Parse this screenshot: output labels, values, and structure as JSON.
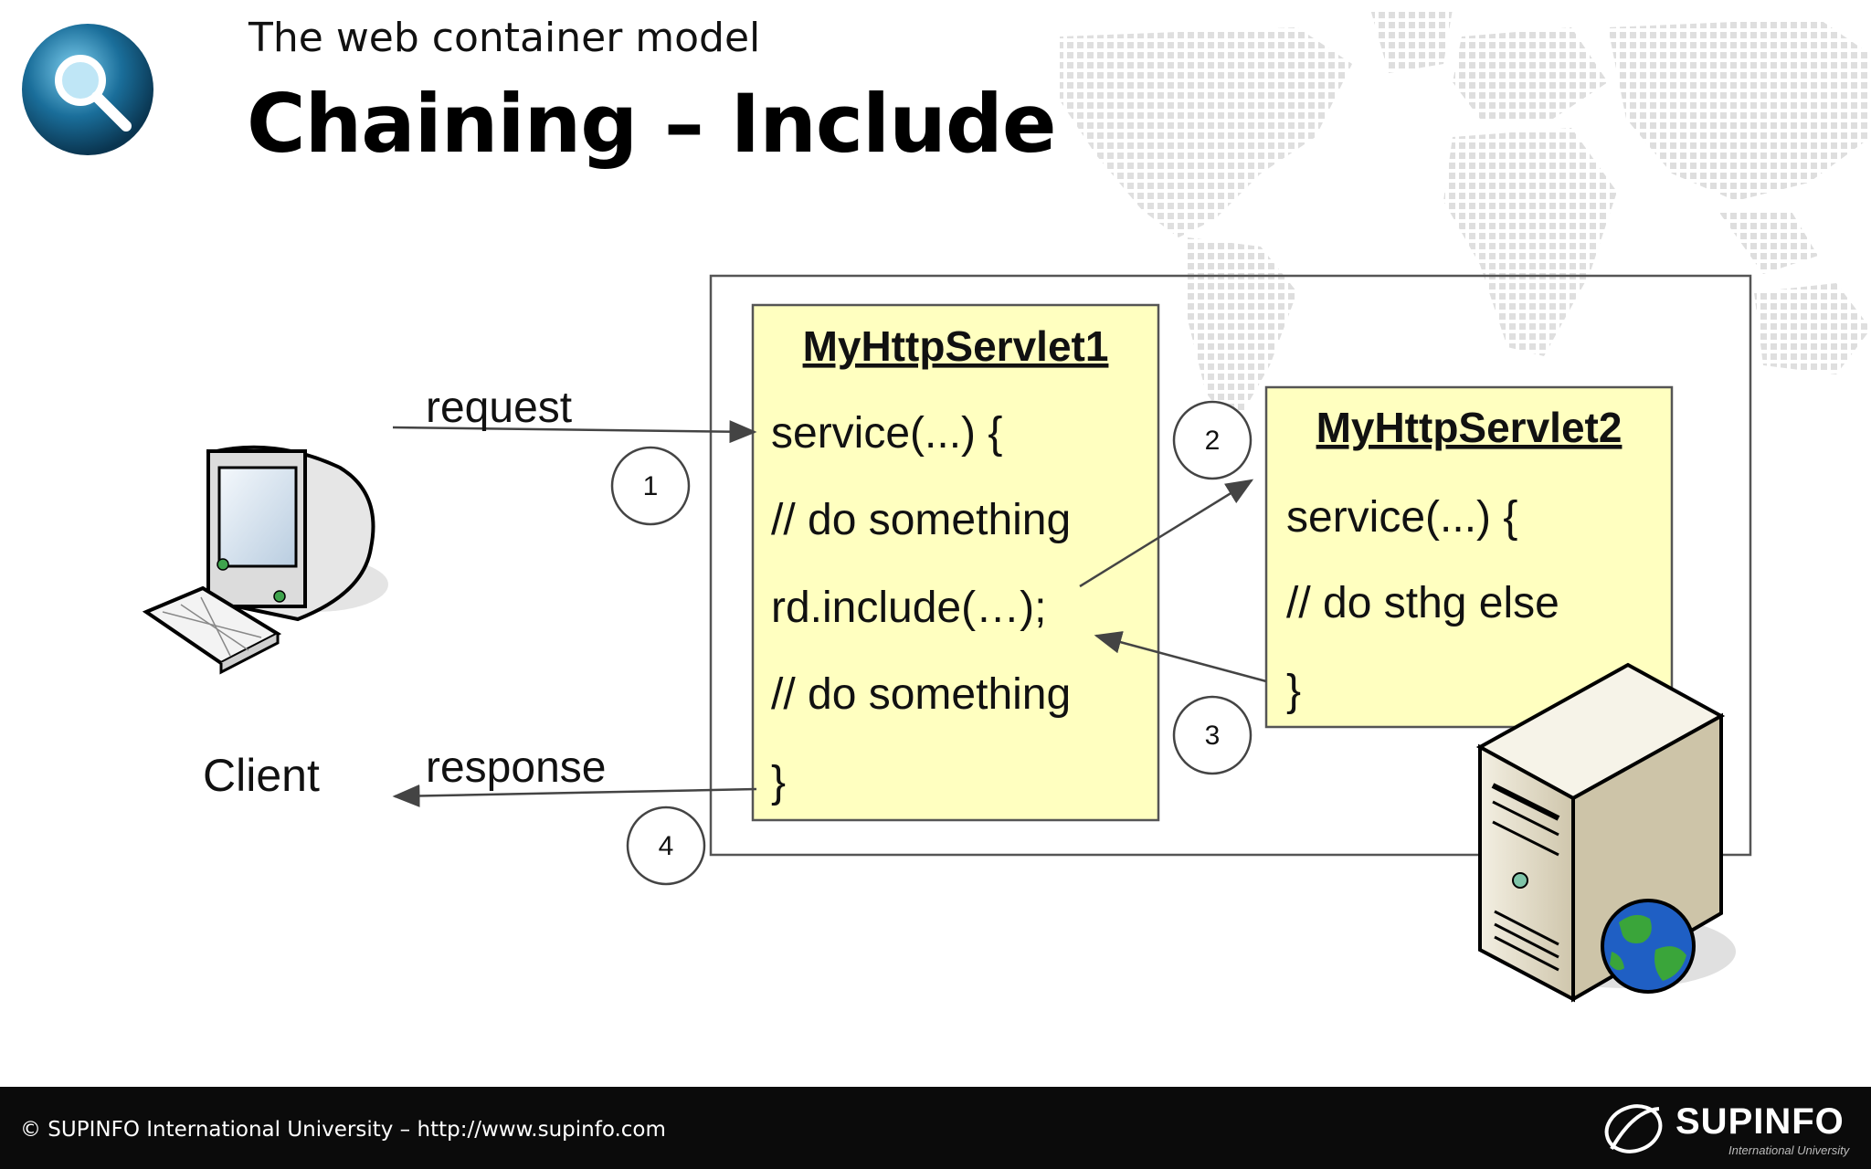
{
  "header": {
    "subtitle": "The web container model",
    "title": "Chaining – Include"
  },
  "diagram": {
    "client_label": "Client",
    "request_label": "request",
    "response_label": "response",
    "servlet1": {
      "name": "MyHttpServlet1",
      "lines": [
        "service(...) {",
        "// do something",
        "rd.include(…);",
        "// do something",
        "}"
      ]
    },
    "servlet2": {
      "name": "MyHttpServlet2",
      "lines": [
        "service(...) {",
        "// do sthg else",
        "}"
      ]
    },
    "steps": [
      "1",
      "2",
      "3",
      "4"
    ]
  },
  "footer": {
    "copyright": "© SUPINFO International University – http://www.supinfo.com",
    "brand": "SUPINFO",
    "brand_tagline": "International University"
  },
  "colors": {
    "servlet_box_fill": "#ffffc0",
    "footer_bg": "#0b0b0b",
    "logo_blue": "#1a6e9a"
  },
  "icons": [
    "magnifier-icon",
    "computer-icon",
    "server-icon",
    "globe-icon",
    "supinfo-logo-icon"
  ]
}
